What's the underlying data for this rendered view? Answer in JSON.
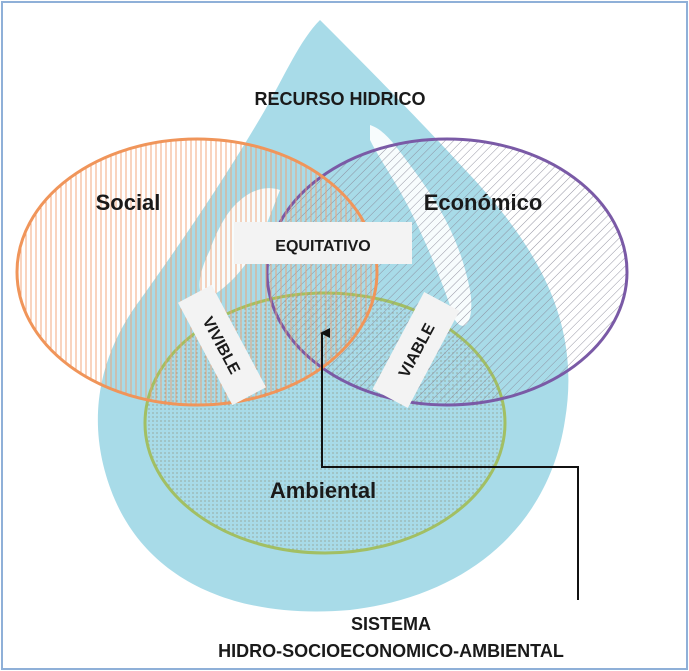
{
  "diagram": {
    "title": "RECURSO HIDRICO",
    "circles": {
      "social": "Social",
      "economico": "Económico",
      "ambiental": "Ambiental"
    },
    "overlaps": {
      "equitativo": "EQUITATIVO",
      "vivible": "VIVIBLE",
      "viable": "VIABLE"
    },
    "caption": {
      "line1": "SISTEMA",
      "line2": "HIDRO-SOCIOECONOMICO-AMBIENTAL"
    },
    "colors": {
      "border": "#8fb0d8",
      "water_drop": "#a8dbe8",
      "social": "#f0955a",
      "economico": "#7a5aa6",
      "ambiental": "#a2bf63",
      "text": "#1a1a1a"
    }
  }
}
